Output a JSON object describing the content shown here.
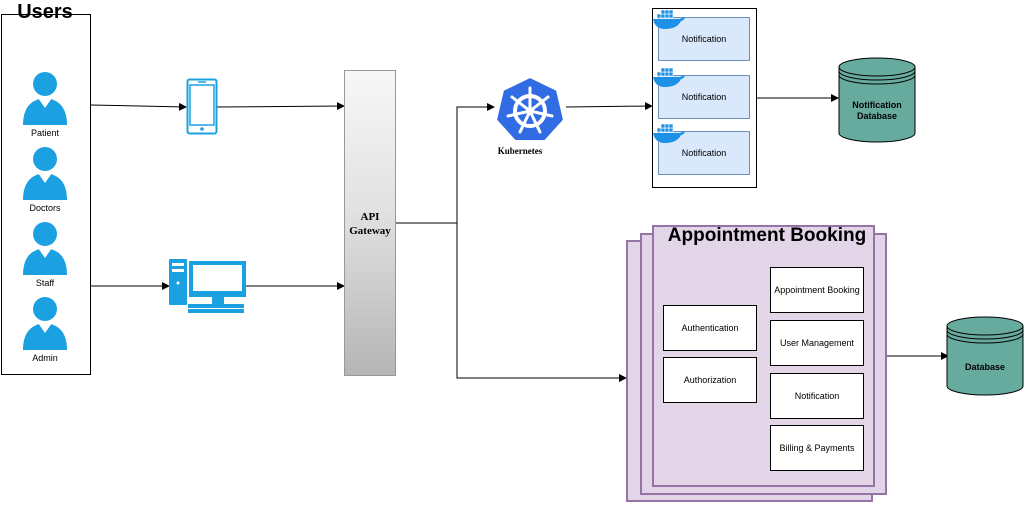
{
  "users": {
    "title": "Users",
    "roles": [
      "Patient",
      "Doctors",
      "Staff",
      "Admin"
    ]
  },
  "gateway": {
    "label": "API\nGateway"
  },
  "kubernetes": {
    "label": "Kubernetes"
  },
  "notification_cluster": {
    "items": [
      "Notification",
      "Notification",
      "Notification"
    ]
  },
  "notification_db": {
    "label": "Notification\nDatabase"
  },
  "appointment": {
    "title": "Appointment Booking",
    "auth": [
      "Authentication",
      "Authorization"
    ],
    "services": [
      "Appointment Booking",
      "User Management",
      "Notification",
      "Billing & Payments"
    ]
  },
  "main_db": {
    "label": "Database"
  },
  "colors": {
    "user_icon": "#1ba1e2",
    "device": "#1ba1e2",
    "k8s": "#326ce5",
    "docker": "#1d91e6",
    "db_fill": "#67ab9f",
    "stack_fill": "#e1d5e7",
    "stack_border": "#9673a6",
    "notif_fill": "#dae8fc"
  }
}
